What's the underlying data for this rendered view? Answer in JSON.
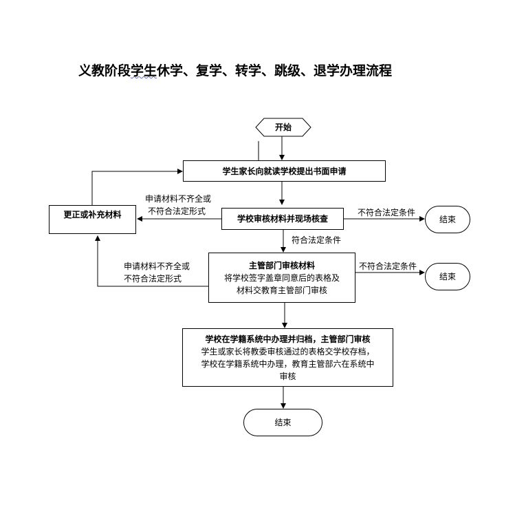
{
  "title": {
    "text": "义教阶段学生休学、复学、转学、跳级、退学办理流程",
    "underlined": "学生"
  },
  "nodes": {
    "start": "开始",
    "apply": "学生家长向就读学校提出书面申请",
    "correct": "更正或补充材料",
    "school_review": "学校审核材料并现场核查",
    "end1": "结束",
    "dept_review_title": "主管部门审核材料",
    "dept_review_line1": "将学校签字盖章同意后的表格及",
    "dept_review_line2": "材料交教育主管部门审核",
    "end2": "结束",
    "archive_title": "学校在学籍系统中办理并归档，主管部门审核",
    "archive_line1": "学生或家长将教委审核通过的表格交学校存档，",
    "archive_line2": "学校在学籍系统中办理，教育主管部六在系统中",
    "archive_line3": "审核",
    "end3": "结束"
  },
  "edges": {
    "incomplete1_line1": "申请材料不齐全或",
    "incomplete1_line2": "不符合法定形式",
    "not_legal1": "不符合法定条件",
    "legal": "符合法定条件",
    "incomplete2_line1": "申请材料不齐全或",
    "incomplete2_line2": "不符合法定形式",
    "not_legal2": "不符合法定条件"
  }
}
